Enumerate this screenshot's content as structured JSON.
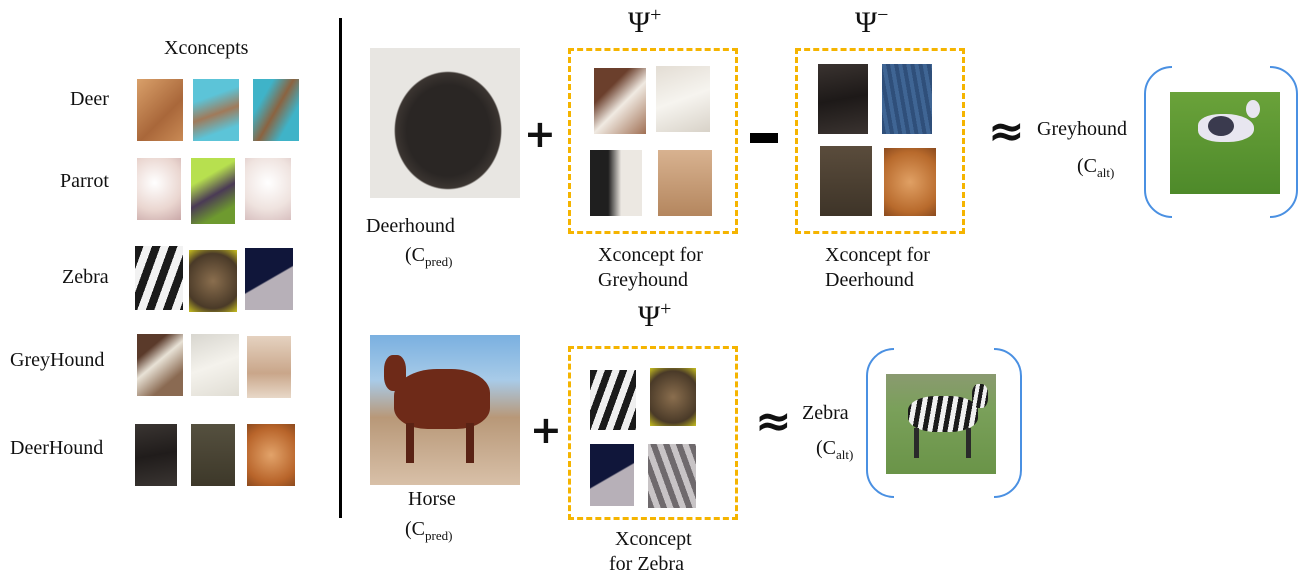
{
  "left_panel": {
    "title": "Xconcepts",
    "rows": [
      {
        "label": "Deer",
        "patches": [
          "#c98a55",
          "#5cc4d8",
          "#3fb3c8"
        ]
      },
      {
        "label": "Parrot",
        "patches": [
          "#ead6d0",
          "#6e9a2f",
          "#efe3df"
        ]
      },
      {
        "label": "Zebra",
        "patches": [
          "#2a2a2a",
          "#7a6548",
          "#1d2342"
        ]
      },
      {
        "label": "GreyHound",
        "patches": [
          "#b49a86",
          "#e5e2d9",
          "#d3b8a0"
        ]
      },
      {
        "label": "DeerHound",
        "patches": [
          "#2f2c2b",
          "#4b4535",
          "#c27a3c"
        ]
      }
    ]
  },
  "row1": {
    "input_label": "Deerhound",
    "c_pred": {
      "base": "(C",
      "sub": "pred)"
    },
    "psi_plus": {
      "symbol": "Ψ",
      "sign": "+"
    },
    "psi_minus": {
      "symbol": "Ψ",
      "sign": "−"
    },
    "plus": "+",
    "minus": "−",
    "approx": "≈",
    "plus_caption_1": "Xconcept for",
    "plus_caption_2": "Greyhound",
    "minus_caption_1": "Xconcept for",
    "minus_caption_2": "Deerhound",
    "alt_label": "Greyhound",
    "c_alt": {
      "base": "(C",
      "sub": "alt)"
    },
    "plus_patches": [
      "#6b3f2c",
      "#e3ddd4",
      "#1f1f1f",
      "#c99c78"
    ],
    "minus_patches": [
      "#2e2826",
      "#2f4f7a",
      "#5a4c3c",
      "#c47a3a"
    ]
  },
  "row2": {
    "input_label": "Horse",
    "c_pred": {
      "base": "(C",
      "sub": "pred)"
    },
    "psi_plus": {
      "symbol": "Ψ",
      "sign": "+"
    },
    "plus": "+",
    "approx": "≈",
    "caption_1": "Xconcept",
    "caption_2": "for Zebra",
    "alt_label": "Zebra",
    "c_alt": {
      "base": "(C",
      "sub": "alt)"
    },
    "patches": [
      "#262626",
      "#6a5233",
      "#1c2346",
      "#8f8a8c"
    ]
  },
  "colors": {
    "dash": "#f5b400",
    "bracket": "#4a90e2",
    "divider": "#000000"
  }
}
